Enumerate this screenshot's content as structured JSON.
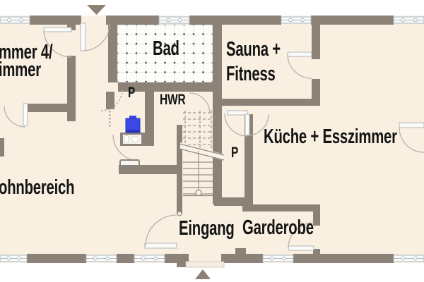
{
  "plan": {
    "type": "floor-plan",
    "labels": {
      "zimmer4_line1": "mmer 4/",
      "zimmer4_line2": "immer",
      "bad": "Bad",
      "sauna_line1": "Sauna +",
      "sauna_line2": "Fitness",
      "wc_p": "P",
      "hwr": "HWR",
      "nook_p": "P",
      "kueche": "Küche + Esszimmer",
      "wohnbereich": "ohnbereich",
      "eingang": "Eingang",
      "garderobe": "Garderobe"
    },
    "markers": {
      "top_marker": "down-triangle",
      "bottom_marker": "up-triangle"
    },
    "colors": {
      "wall": "#8c8278",
      "floor": "#faf0e2",
      "tile_floor": "#fdfdfa",
      "accent_blue": "#3b48e6",
      "window_line": "#a9b6bd",
      "door_arc": "#b9b2a7",
      "text": "#141414"
    }
  }
}
